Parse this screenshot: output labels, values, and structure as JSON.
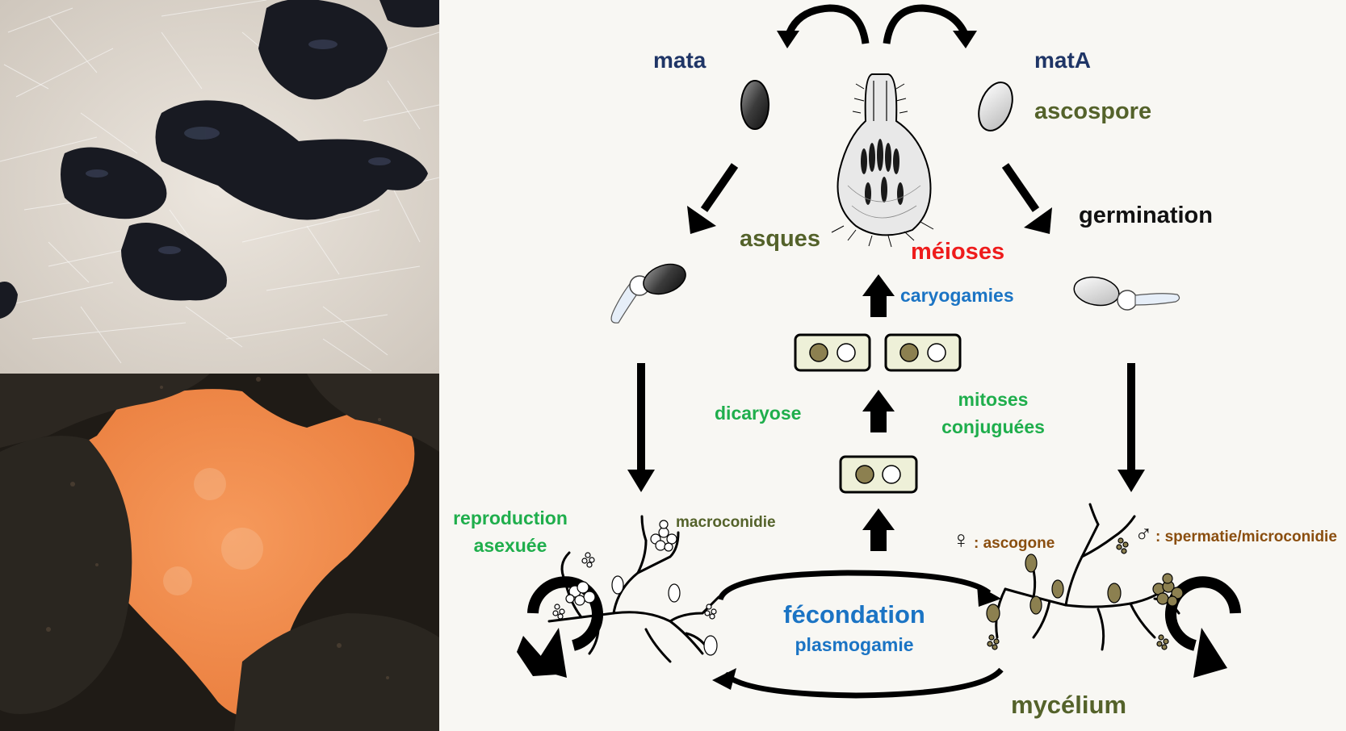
{
  "photos": {
    "top": "perithecia-on-mycelium-photo",
    "bottom": "orange-conidia-culture-photo"
  },
  "labels": {
    "mata": "mata",
    "matA": "matA",
    "ascospore": "ascospore",
    "asques": "asques",
    "meioses": "méioses",
    "germination": "germination",
    "caryogamies": "caryogamies",
    "dicaryose": "dicaryose",
    "mitoses_line1": "mitoses",
    "mitoses_line2": "conjuguées",
    "reproduction_line1": "reproduction",
    "reproduction_line2": "asexuée",
    "macroconidie": "macroconidie",
    "ascogone": ": ascogone",
    "spermatie": ": spermatie/microconidie",
    "female_symbol": "♀",
    "male_symbol": "♂",
    "fecondation": "fécondation",
    "plasmogamie": "plasmogamie",
    "mycelium": "mycélium"
  },
  "colors": {
    "navy": "#1f3566",
    "olive": "#54622a",
    "red": "#ee1c1c",
    "blue": "#1b74c4",
    "green": "#1fae4c",
    "brown": "#8a4e0f",
    "nucleus": "#8c8050",
    "cell_fill": "#eef0d8"
  }
}
